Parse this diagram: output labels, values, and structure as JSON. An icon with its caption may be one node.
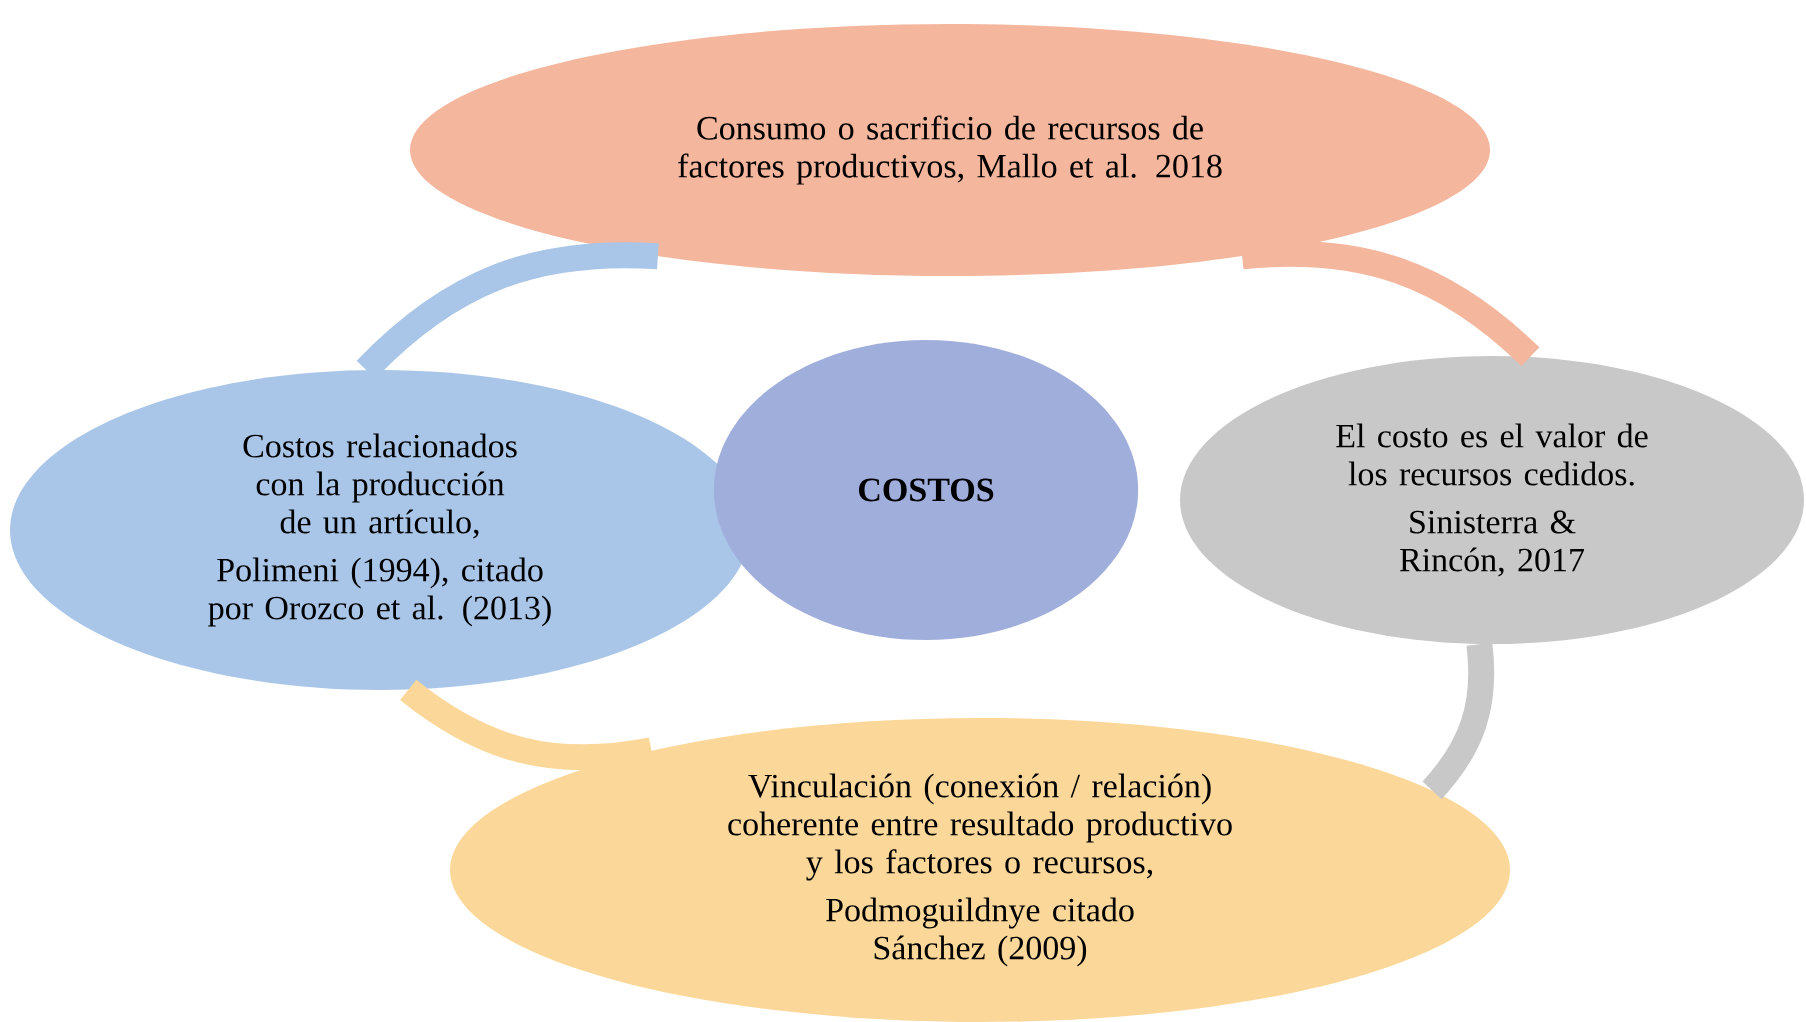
{
  "diagram": {
    "nodes": [
      {
        "text": [
          "Consumo o sacrificio de recursos de factores productivos, Mallo et al. 2018"
        ]
      },
      {
        "text": [
          "Costos relacionados con la producción de un artículo,",
          "Polimeni (1994), citado por Orozco et al. (2013)"
        ]
      },
      {
        "text": [
          "COSTOS"
        ]
      },
      {
        "text": [
          "El costo es el valor de los recursos cedidos.",
          "Sinisterra & Rincón, 2017"
        ]
      },
      {
        "text": [
          "Vinculación (conexión / relación) coherente entre resultado productivo y los factores o recursos,",
          "Podmoguildnye citado Sánchez (2009)"
        ]
      }
    ],
    "edges": [
      {
        "from": 1,
        "to": 0,
        "arrow": "none",
        "color": "#a9c6e8"
      },
      {
        "from": 0,
        "to": 3,
        "arrow": "none",
        "color": "#f4b69c"
      },
      {
        "from": 3,
        "to": 4,
        "arrow": "none",
        "color": "#c8c8c8"
      },
      {
        "from": 4,
        "to": 1,
        "arrow": "none",
        "color": "#fbd89a"
      }
    ]
  }
}
